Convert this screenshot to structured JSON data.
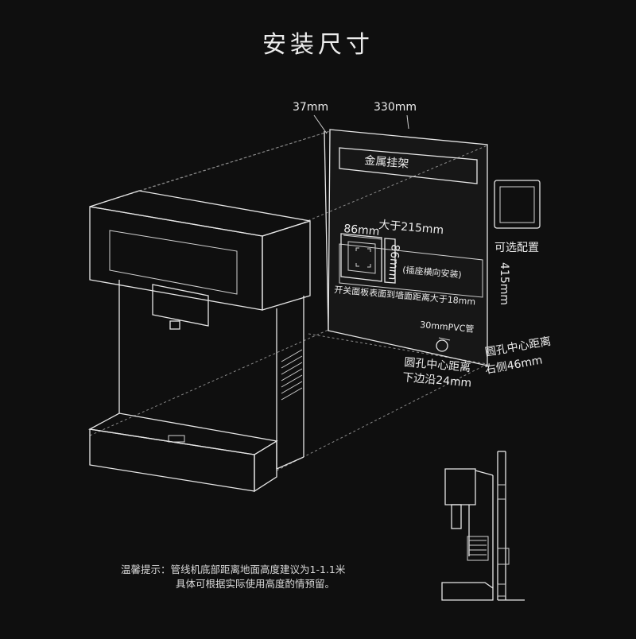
{
  "title": "安装尺寸",
  "dimensions": {
    "depth_gap": "37mm",
    "width": "330mm",
    "height": "415mm",
    "socket_width": "大于215mm",
    "panel_w": "86mm",
    "panel_h": "86mm"
  },
  "labels": {
    "bracket": "金属挂架",
    "socket_note": "(插座横向安装)",
    "panel_distance": "开关面板表面到墙面距离大于18mm",
    "pvc_pipe": "30mmPVC管",
    "optional": "可选配置",
    "hole_bottom_line1": "圆孔中心距离",
    "hole_bottom_line2": "下边沿24mm",
    "hole_right_line1": "圆孔中心距离",
    "hole_right_line2": "右侧46mm"
  },
  "tip": {
    "line1": "温馨提示：管线机底部距离地面高度建议为1-1.1米",
    "line2": "具体可根据实际使用高度酌情预留。"
  }
}
